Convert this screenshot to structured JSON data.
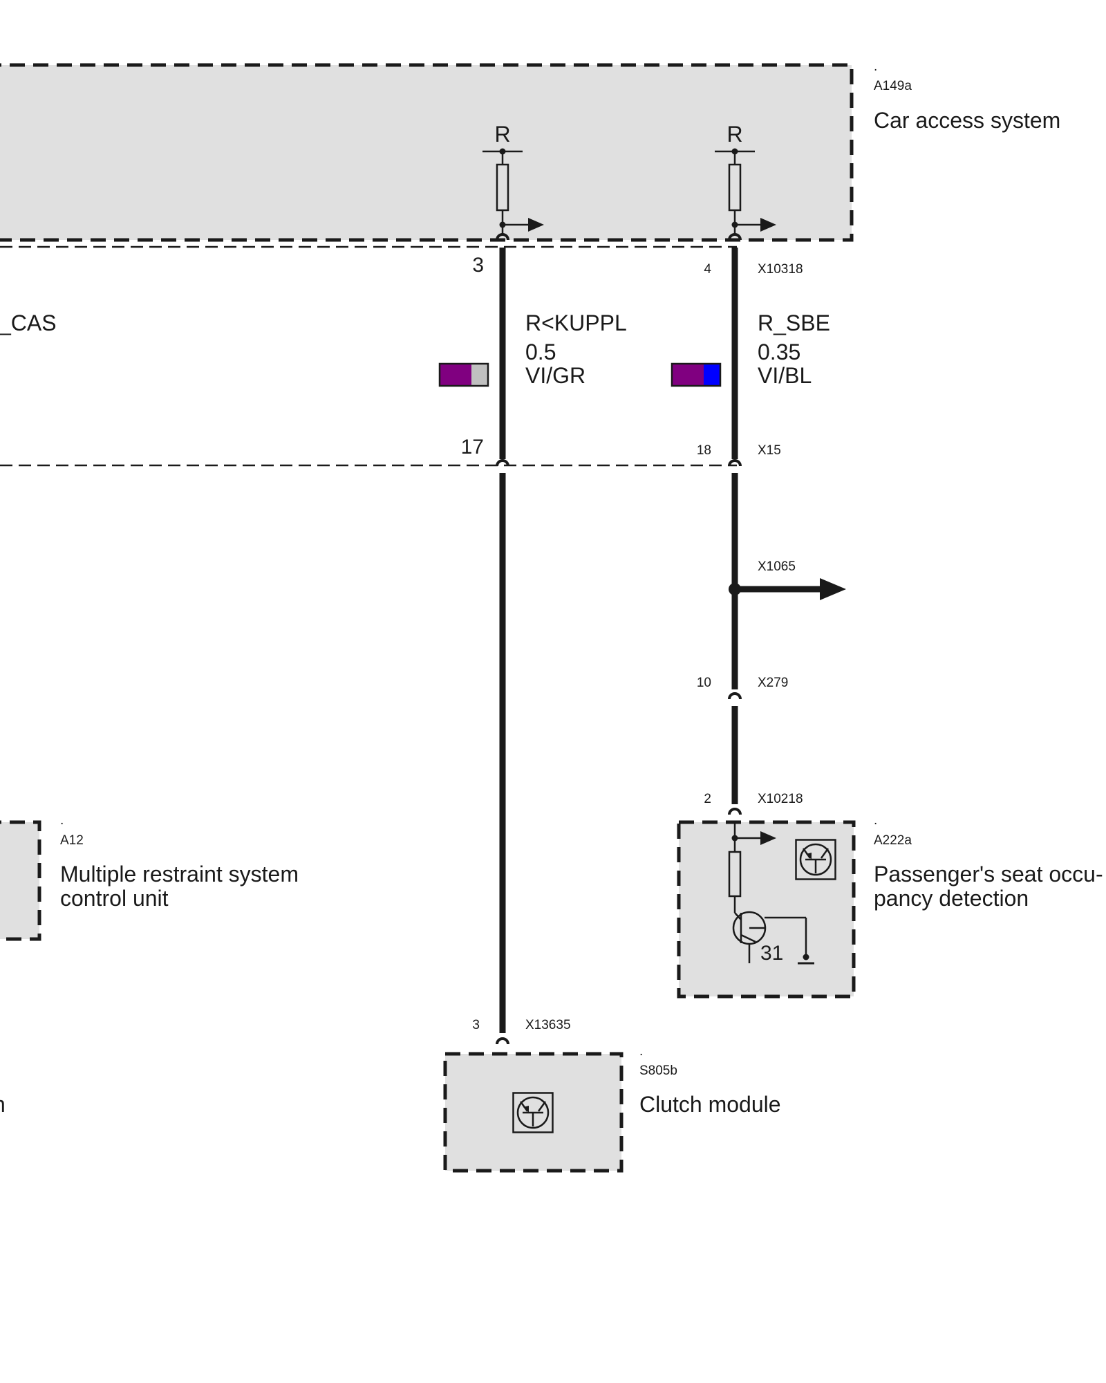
{
  "components": {
    "cas": {
      "dot": ".",
      "id": "A149a",
      "name": "Car access system"
    },
    "mrs": {
      "dot": ".",
      "id": "A12",
      "name_line1": "Multiple restraint system",
      "name_line2": "control unit"
    },
    "seat": {
      "dot": ".",
      "id": "A222a",
      "name_line1": "Passenger's seat occu-",
      "name_line2": "pancy detection"
    },
    "clutch": {
      "dot": ".",
      "id": "S805b",
      "name": "Clutch module"
    }
  },
  "cas_resistor_label": "R",
  "seat_ground_label": "31",
  "left_edge_signal": "_CAS",
  "left_edge_fragment": "n",
  "connectors": {
    "x10318": "X10318",
    "x15": "X15",
    "x1065": "X1065",
    "x279": "X279",
    "x10218": "X10218",
    "x13635": "X13635"
  },
  "pins": {
    "kuppl_cas": "3",
    "sbe_cas": "4",
    "kuppl_x15": "17",
    "sbe_x15": "18",
    "sbe_x279": "10",
    "sbe_x10218": "2",
    "kuppl_x13635": "3"
  },
  "wires": {
    "kuppl": {
      "signal": "R<KUPPL",
      "gauge": "0.5",
      "color_code": "VI/GR",
      "color_primary": "#800080",
      "color_stripe": "#c0c0c0"
    },
    "sbe": {
      "signal": "R_SBE",
      "gauge": "0.35",
      "color_code": "VI/BL",
      "color_primary": "#800080",
      "color_stripe": "#0000ff"
    }
  }
}
